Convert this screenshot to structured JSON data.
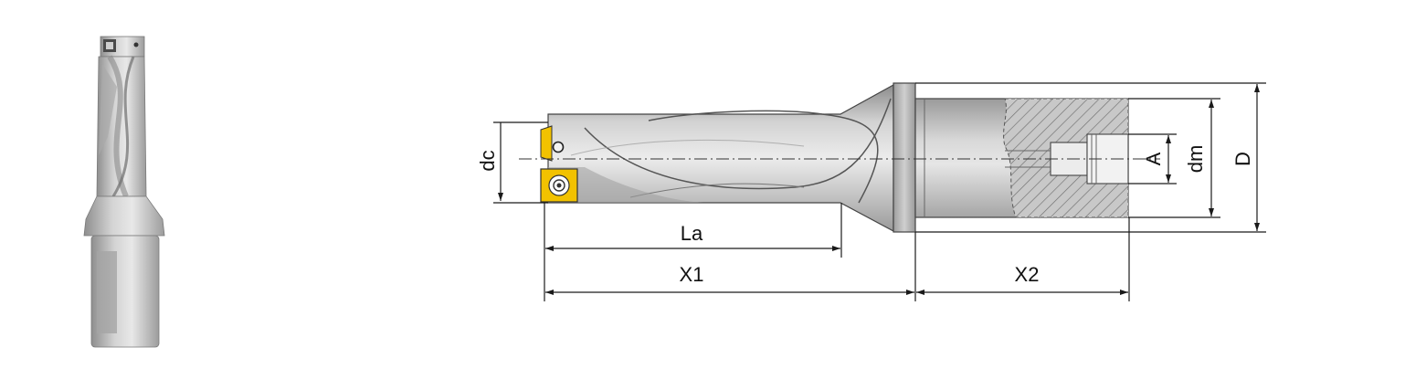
{
  "labels": {
    "dc": "dc",
    "la": "La",
    "x1": "X1",
    "x2": "X2",
    "a": "A",
    "dm": "dm",
    "d": "D"
  },
  "colors": {
    "steel_light": "#d9d9d9",
    "steel_mid": "#b5b5b5",
    "steel_dark": "#8a8a8a",
    "insert_gold": "#f2c200",
    "line": "#1a1a1a",
    "hatch": "#7a7a7a"
  }
}
